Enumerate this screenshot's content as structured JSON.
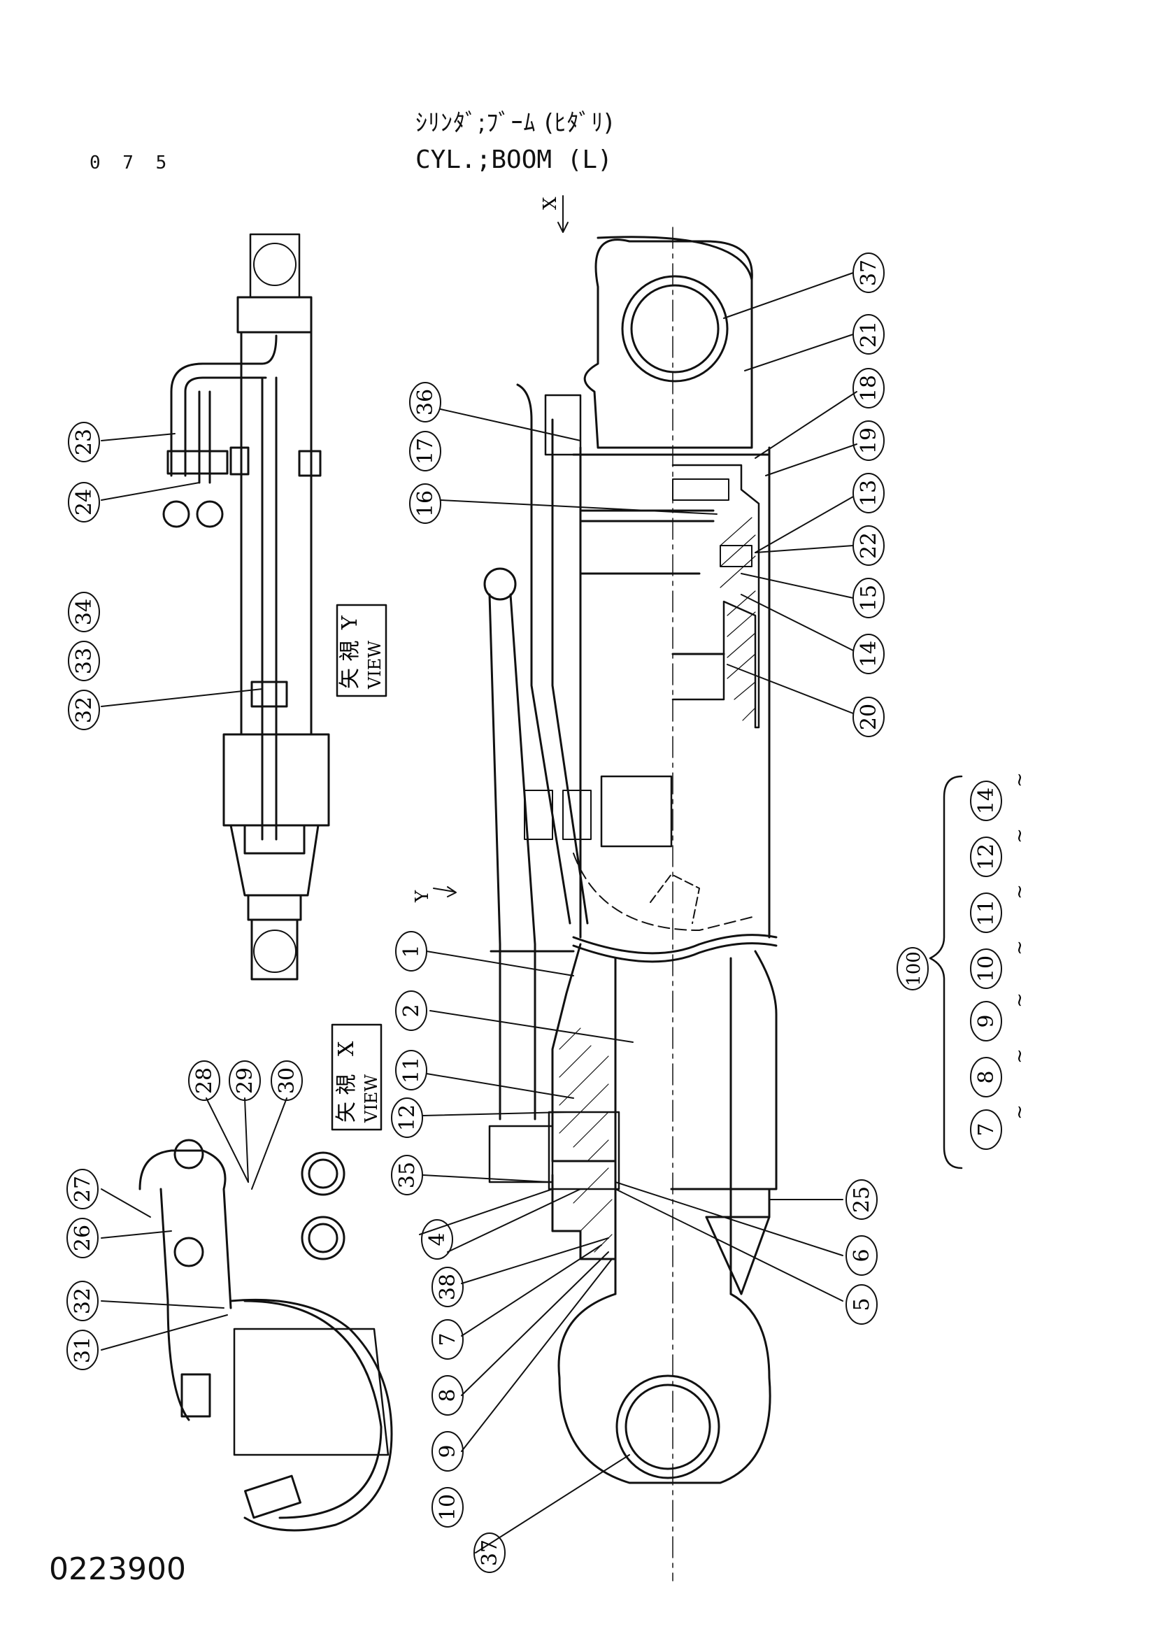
{
  "page_code": "0 7 5",
  "title_jp": "ｼﾘﾝﾀﾞ;ﾌﾞｰﾑ (ﾋﾀﾞﾘ)",
  "title_en": "CYL.;BOOM (L)",
  "drawing_number": "0223900",
  "view_labels": {
    "view_x_kanji": "矢 視",
    "view_x_letter": "X",
    "view_x_word": "VIEW",
    "view_y_kanji": "矢 視",
    "view_y_letter": "Y",
    "view_y_word": "VIEW",
    "arrow_x": "X",
    "arrow_y": "Y"
  },
  "callouts": {
    "c37a": "37",
    "c21": "21",
    "c18": "18",
    "c19": "19",
    "c13": "13",
    "c22": "22",
    "c15": "15",
    "c14": "14",
    "c20": "20",
    "c36": "36",
    "c17": "17",
    "c16": "16",
    "c23": "23",
    "c24": "24",
    "c34": "34",
    "c33": "33",
    "c32a": "32",
    "c1": "1",
    "c2": "2",
    "c11": "11",
    "c12": "12",
    "c35": "35",
    "c4": "4",
    "c38": "38",
    "c7": "7",
    "c8": "8",
    "c9": "9",
    "c10": "10",
    "c25": "25",
    "c6": "6",
    "c5": "5",
    "c37b": "37",
    "c28": "28",
    "c29": "29",
    "c30": "30",
    "c27": "27",
    "c26": "26",
    "c32b": "32",
    "c31": "31"
  },
  "kit": {
    "label": "100",
    "items": [
      "14",
      "12",
      "11",
      "10",
      "9",
      "8",
      "7"
    ],
    "tilde": "~"
  }
}
